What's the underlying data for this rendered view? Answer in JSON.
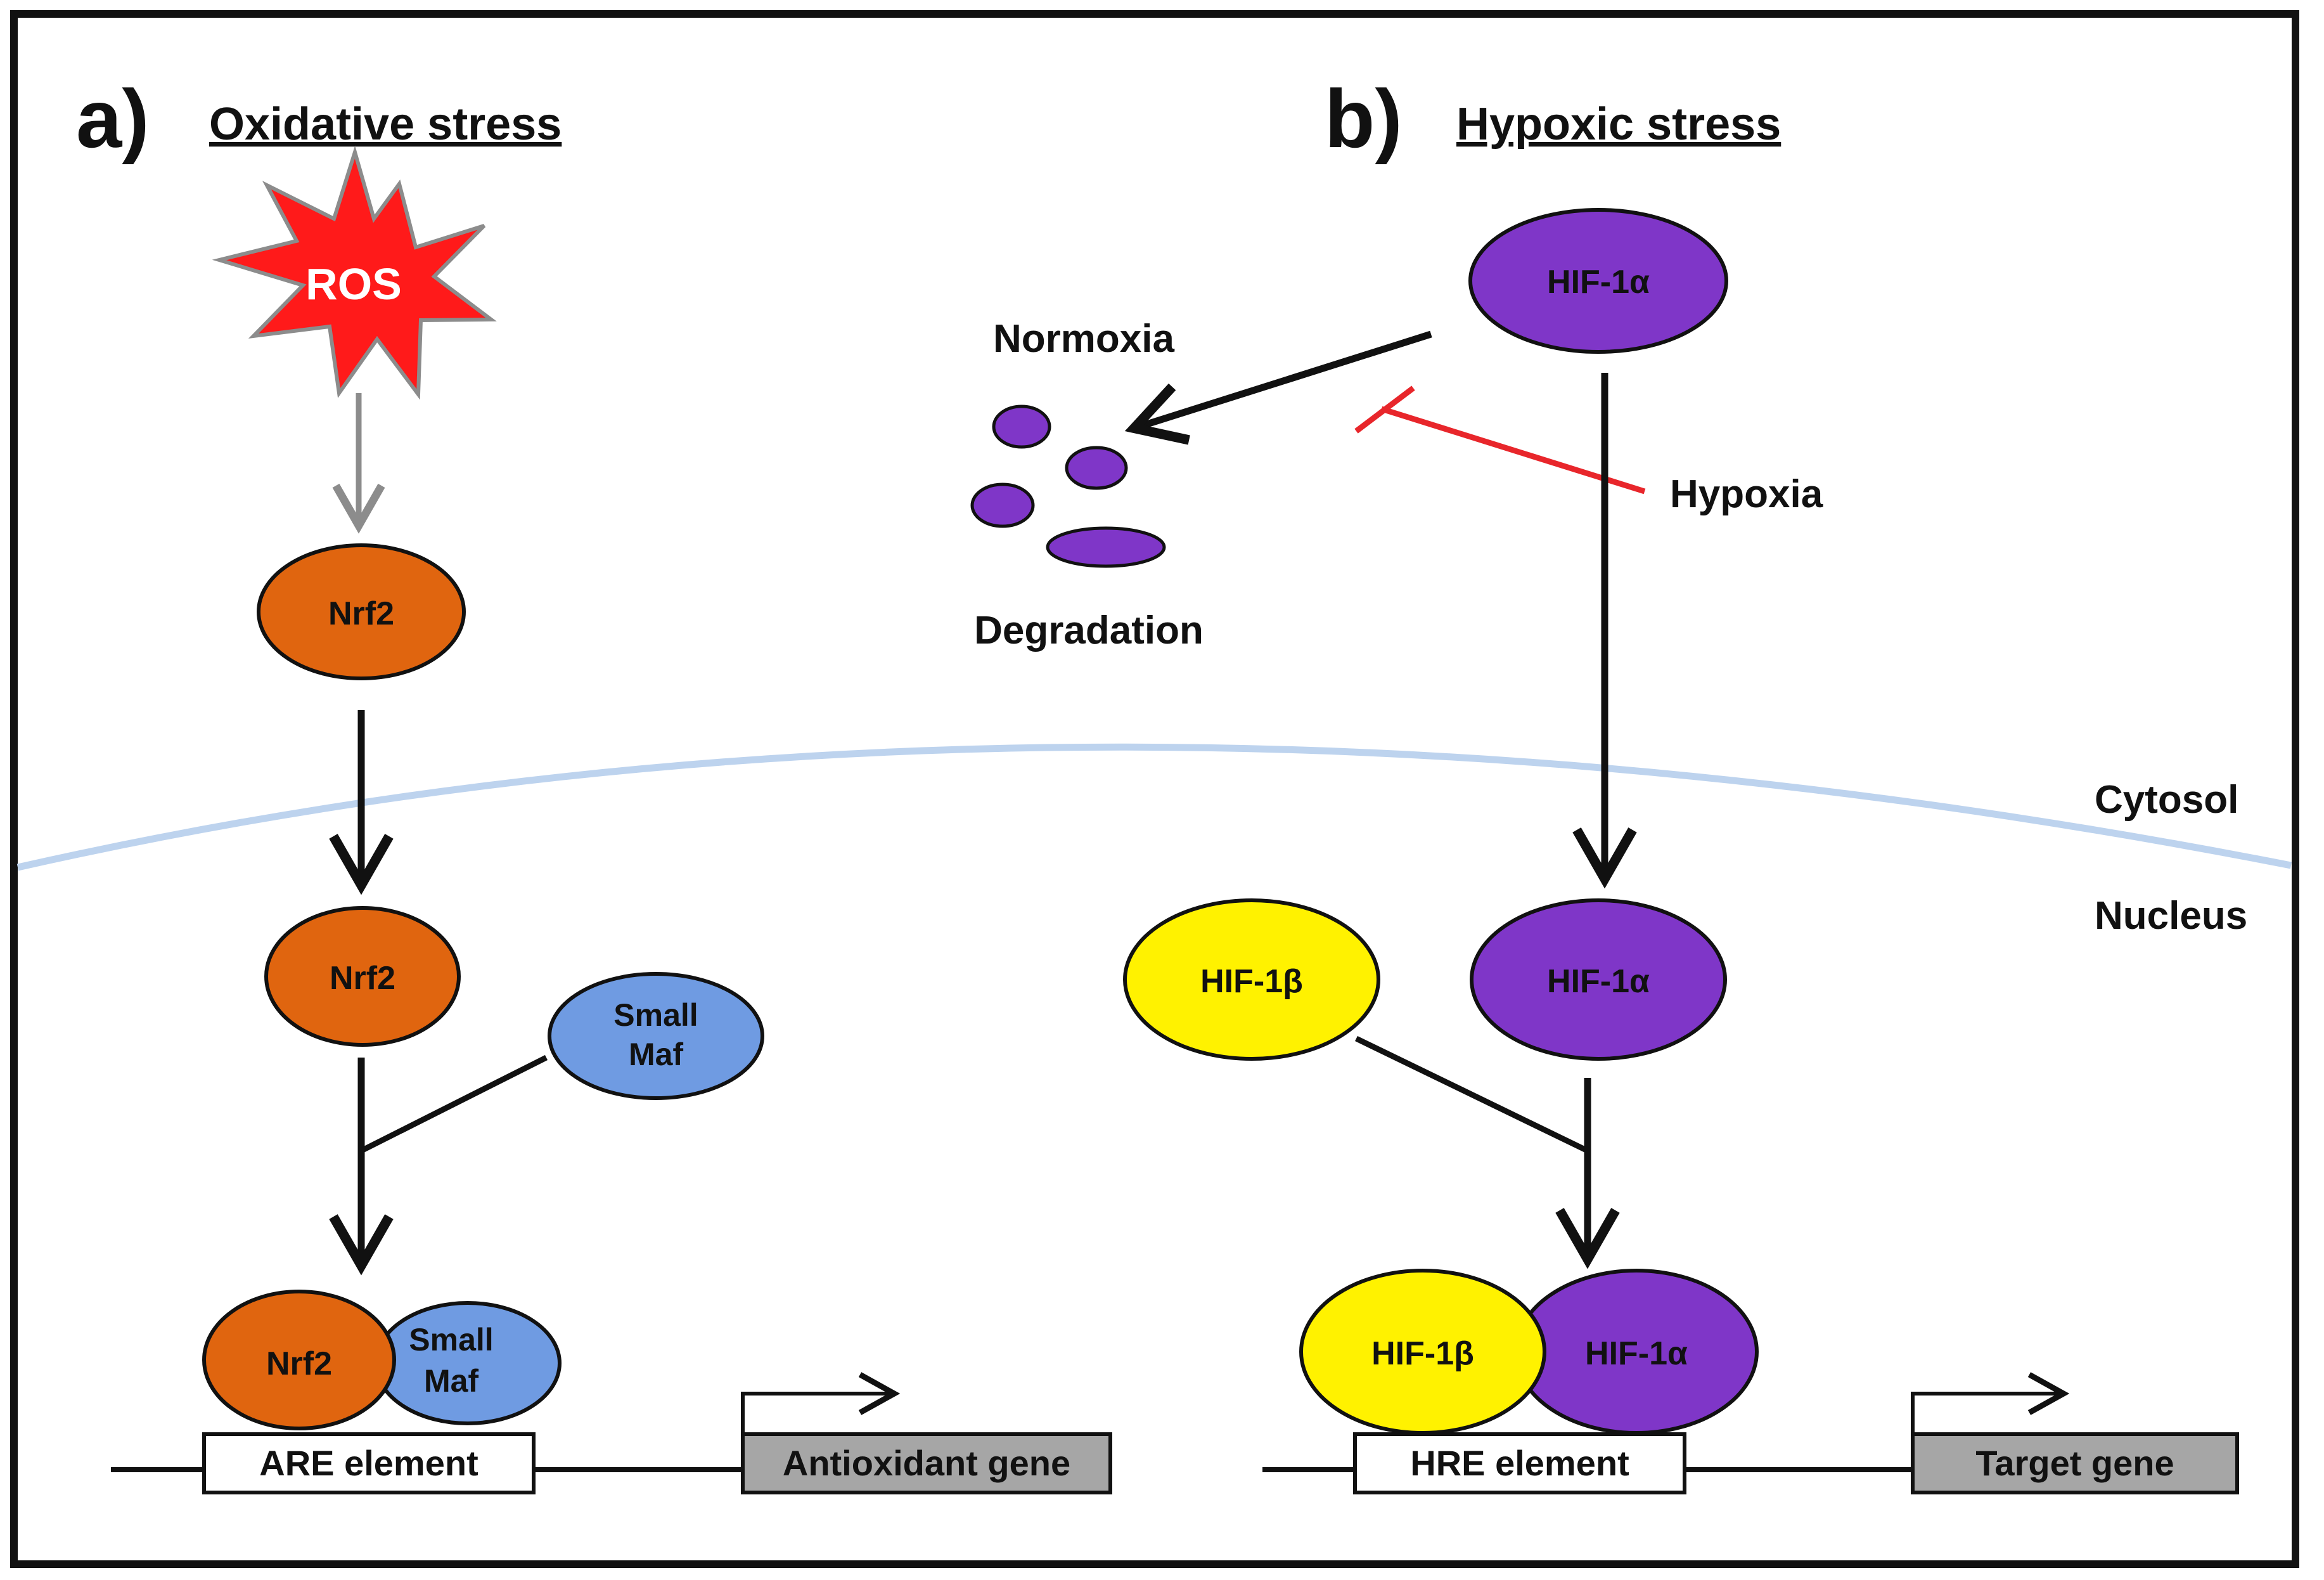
{
  "colors": {
    "ros": "#FF1A1A",
    "nrf2": "#E0650F",
    "small_maf": "#6F9BE2",
    "hif1a": "#7F36C8",
    "hif1b": "#FFF200",
    "inhibition": "#E8262B",
    "membrane": "#BDD3EE",
    "gene_box": "#A6A6A6"
  },
  "panel_a": {
    "letter": "a)",
    "title": "Oxidative stress",
    "ros": "ROS",
    "nrf2_cytosol": "Nrf2",
    "nrf2_nucleus": "Nrf2",
    "small_maf": {
      "line1": "Small",
      "line2": "Maf"
    },
    "complex": {
      "nrf2": "Nrf2",
      "small_maf_line1": "Small",
      "small_maf_line2": "Maf"
    },
    "element": "ARE element",
    "gene": "Antioxidant gene"
  },
  "panel_b": {
    "letter": "b)",
    "title": "Hypoxic stress",
    "hif1a_cytosol": "HIF-1α",
    "normoxia": "Normoxia",
    "degradation": "Degradation",
    "hypoxia": "Hypoxia",
    "hif1b": "HIF-1β",
    "hif1a_nucleus": "HIF-1α",
    "complex": {
      "hif1b": "HIF-1β",
      "hif1a": "HIF-1α"
    },
    "element": "HRE element",
    "gene": "Target gene"
  },
  "compartments": {
    "cytosol": "Cytosol",
    "nucleus": "Nucleus"
  }
}
